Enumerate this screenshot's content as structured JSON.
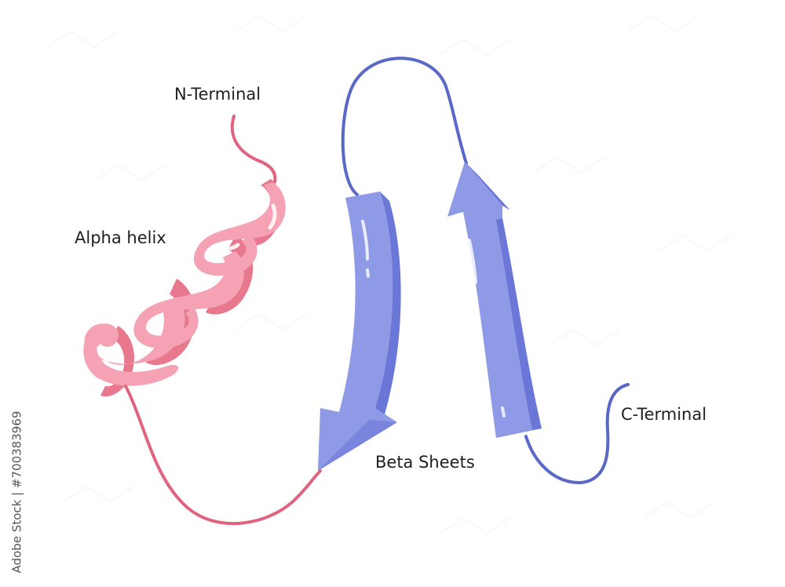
{
  "labels": {
    "n_terminal": "N-Terminal",
    "alpha_helix": "Alpha helix",
    "beta_sheets": "Beta Sheets",
    "c_terminal": "C-Terminal"
  },
  "stock_id": "Adobe Stock | #700383969",
  "colors": {
    "helix_light": "#f5a3b4",
    "helix_dark": "#e8788e",
    "coil_pink": "#e0647f",
    "beta_light": "#8f9ae6",
    "beta_dark": "#6b77d6",
    "coil_blue": "#5a68c8",
    "label_text": "#1f1f1f"
  }
}
